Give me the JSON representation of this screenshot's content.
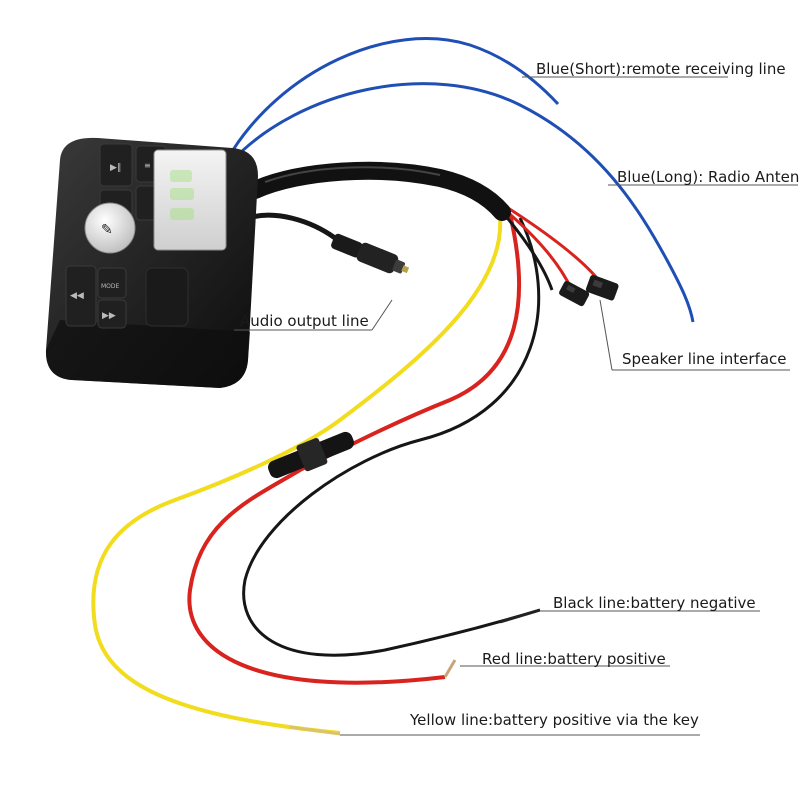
{
  "labels": {
    "blue_short": "Blue(Short):remote receiving line",
    "blue_long": "Blue(Long): Radio Antenna",
    "audio_output": "Audio output line",
    "speaker": "Speaker line interface",
    "black": "Black line:battery negative",
    "red": "Red line:battery positive",
    "yellow": "Yellow line:battery positive via the key"
  },
  "colors": {
    "blue_wire": "#1f4fb4",
    "yellow_wire": "#f2dc1e",
    "red_wire": "#d8231e",
    "black_wire": "#161616",
    "device_body": "#1d1d1d",
    "leader_line": "#555555"
  },
  "icons": [
    "play-pause-icon",
    "menu-icon",
    "prev-icon",
    "next-icon",
    "knob-icon",
    "mode-icon"
  ]
}
